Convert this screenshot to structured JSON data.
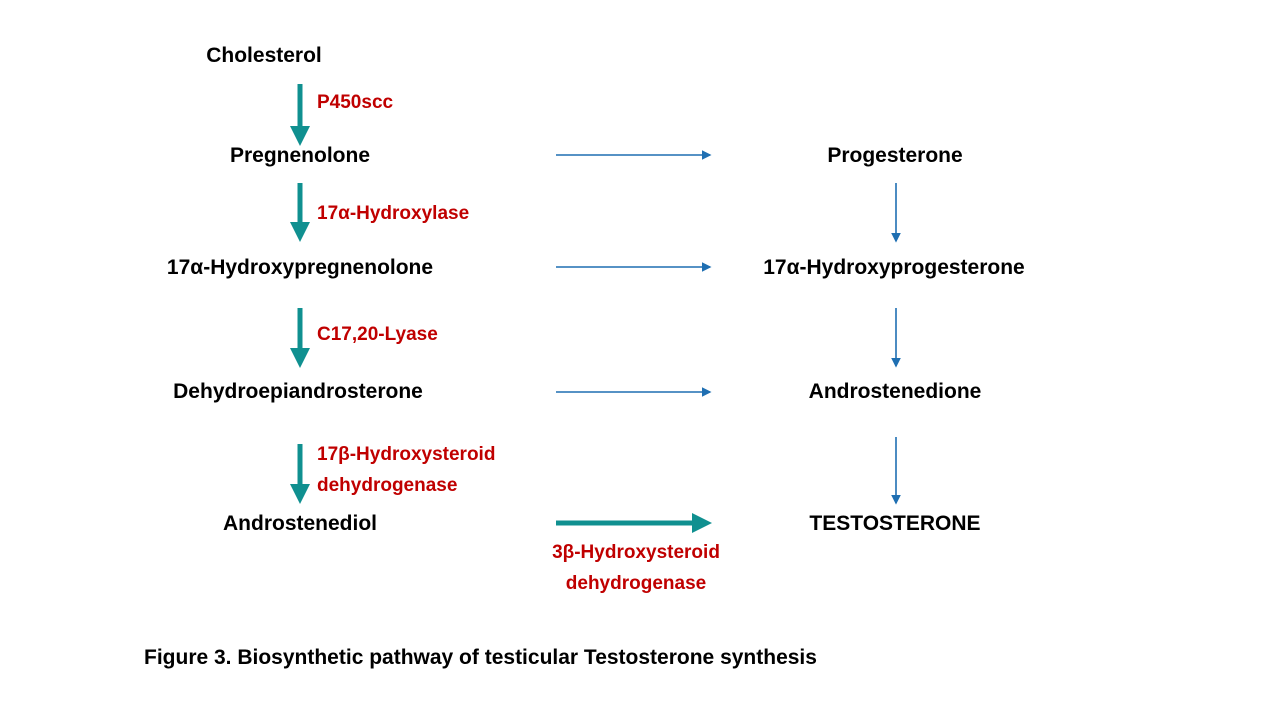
{
  "nodes": {
    "cholesterol": "Cholesterol",
    "pregnenolone": "Pregnenolone",
    "hydroxypregnenolone": "17α-Hydroxypregnenolone",
    "dhea": "Dehydroepiandrosterone",
    "androstenediol": "Androstenediol",
    "progesterone": "Progesterone",
    "hydroxyprogesterone": "17α-Hydroxyprogesterone",
    "androstenedione": "Androstenedione",
    "testosterone": "TESTOSTERONE"
  },
  "enzymes": {
    "p450scc": "P450scc",
    "hydroxylase": "17α-Hydroxylase",
    "lyase": "C17,20-Lyase",
    "hsd17_line1": "17β-Hydroxysteroid",
    "hsd17_line2": "dehydrogenase",
    "hsd3_line1": "3β-Hydroxysteroid",
    "hsd3_line2": "dehydrogenase"
  },
  "caption": "Figure 3. Biosynthetic pathway of testicular  Testosterone synthesis",
  "colors": {
    "thick_arrow": "#109090",
    "thin_arrow": "#1f6fb2",
    "enzyme_text": "#c00000"
  }
}
